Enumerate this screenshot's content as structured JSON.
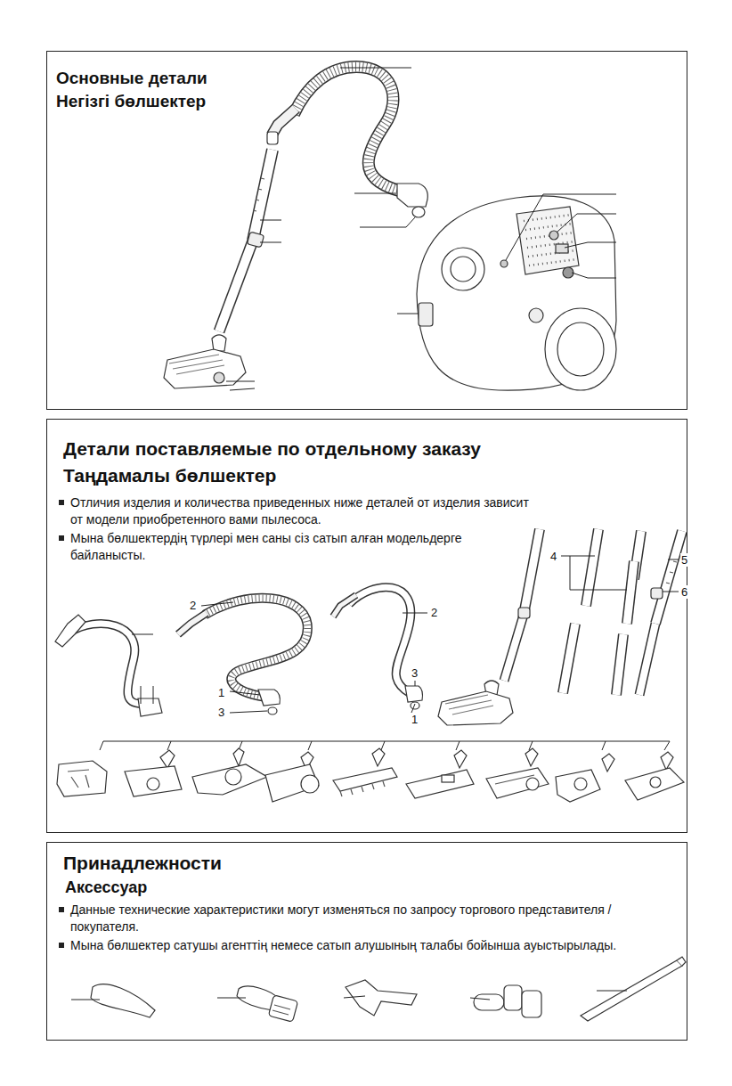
{
  "diagram": {
    "nodes": [
      {
        "text": [
          "Основные детали",
          "Негізгі бөлшектер"
        ]
      },
      {
        "text": [
          "Детали поставляемые по отдельному заказу",
          "Таңдамалы бөлшектер",
          "Отличия изделия и количества приведенных ниже деталей от изделия зависит от модели приобретенного вами пылесоса.",
          "Мына бөлшектердің түрлері мен саны сіз сатып алған модельдерге байланысты."
        ]
      },
      {
        "text": [
          "Принадлежности",
          "Аксессуар",
          "Данные технические характеристики могут изменяться по запросу торгового представителя / покупателя.",
          "Мына бөлшектер сатушы агенттің немесе сатып алушының талабы бойынша ауыстырылады."
        ]
      }
    ],
    "labels": [
      "2",
      "1",
      "3",
      "2",
      "3",
      "1",
      "4",
      "5",
      "6"
    ]
  }
}
